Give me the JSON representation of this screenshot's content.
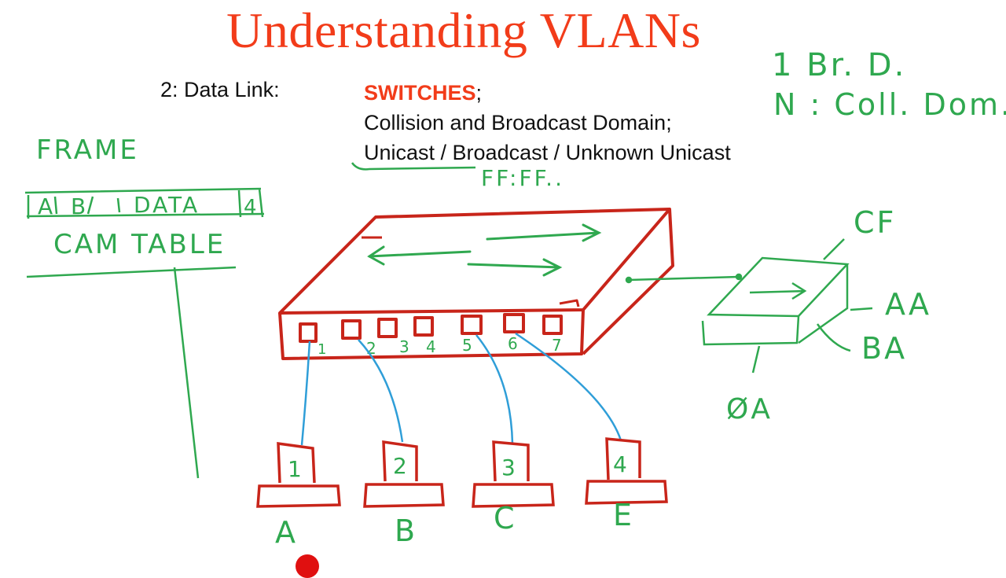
{
  "slide": {
    "title": "Understanding VLANs",
    "layer_label": "2: Data Link:",
    "line1_red": "SWITCHES",
    "line1_suffix": ";",
    "line2": "Collision and Broadcast Domain;",
    "line3": "Unicast / Broadcast / Unknown Unicast"
  },
  "annotations": {
    "frame": "FRAME",
    "frame_fields": [
      "A",
      "B",
      "DATA",
      "4"
    ],
    "cam_table": "CAM TABLE",
    "ff": "FF:FF..",
    "domain_note_1": "1  Br. D.",
    "domain_note_2": "N : Coll. Dom.",
    "ports": [
      "1",
      "2",
      "3",
      "4",
      "5",
      "6",
      "7"
    ],
    "hosts": [
      {
        "number": "1",
        "letter": "A"
      },
      {
        "number": "2",
        "letter": "B"
      },
      {
        "number": "3",
        "letter": "C"
      },
      {
        "number": "4",
        "letter": "E"
      }
    ],
    "cam_entries": [
      "CF",
      "AA",
      "BA",
      "ØA"
    ]
  },
  "colors": {
    "title": "#f23c1a",
    "ink_green": "#2fa84f",
    "ink_red": "#c8251a",
    "ink_blue": "#2f9ed8",
    "pointer": "#e01010"
  }
}
